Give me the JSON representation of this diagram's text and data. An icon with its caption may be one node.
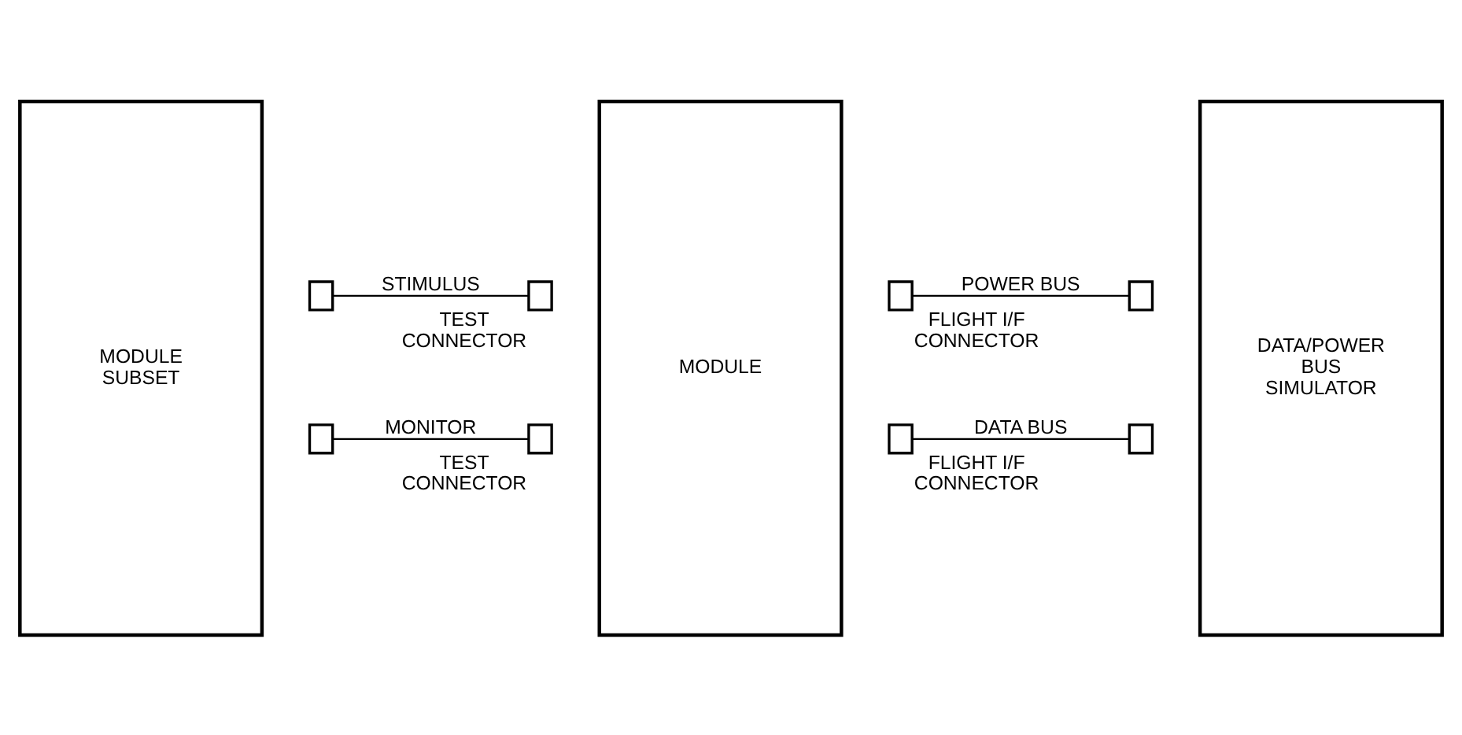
{
  "diagram": {
    "nodes": [
      {
        "text": [
          "MODULE SUBSET"
        ]
      },
      {
        "text": [
          "MODULE"
        ]
      },
      {
        "text": [
          "DATA/POWER BUS SIMULATOR"
        ]
      },
      {
        "text": [],
        "shape": "box"
      },
      {
        "text": [],
        "shape": "box",
        "beside": [
          "TEST CONNECTOR"
        ]
      },
      {
        "text": [],
        "shape": "box",
        "beside": [
          "FLIGHT I/F CONNECTOR"
        ]
      },
      {
        "text": [],
        "shape": "box"
      },
      {
        "text": [],
        "shape": "box"
      },
      {
        "text": [],
        "shape": "box",
        "beside": [
          "TEST CONNECTOR"
        ]
      },
      {
        "text": [],
        "shape": "box",
        "beside": [
          "FLIGHT I/F CONNECTOR"
        ]
      },
      {
        "text": [],
        "shape": "box"
      }
    ],
    "edges": [
      {
        "from": 3,
        "to": 4,
        "arrow": "none",
        "label": "STIMULUS"
      },
      {
        "from": 5,
        "to": 6,
        "arrow": "none",
        "label": "POWER BUS"
      },
      {
        "from": 7,
        "to": 8,
        "arrow": "none",
        "label": "MONITOR"
      },
      {
        "from": 9,
        "to": 10,
        "arrow": "none",
        "label": "DATA BUS"
      }
    ]
  }
}
